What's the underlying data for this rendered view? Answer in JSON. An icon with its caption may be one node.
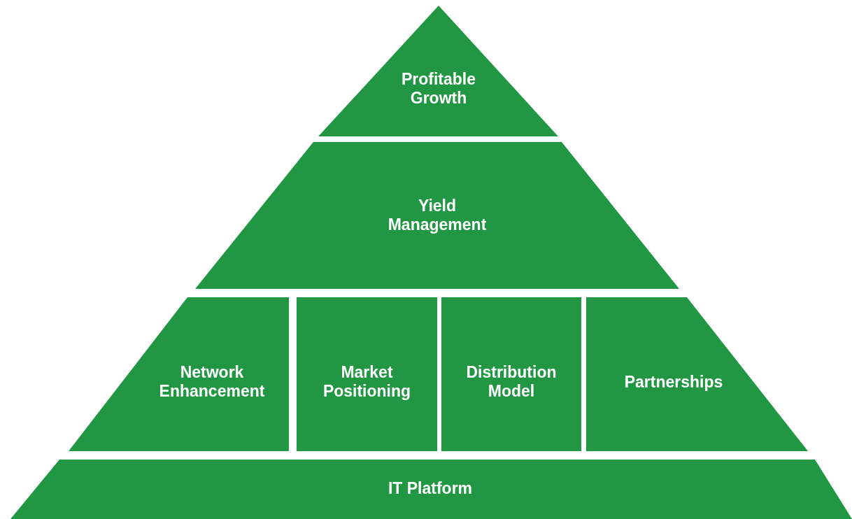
{
  "diagram": {
    "nodes": [
      {
        "text": [
          "Profitable Growth"
        ]
      },
      {
        "text": [
          "Yield Management"
        ]
      },
      {
        "text": [
          "Network Enhancement"
        ]
      },
      {
        "text": [
          "Market Positioning"
        ]
      },
      {
        "text": [
          "Distribution Model"
        ]
      },
      {
        "text": [
          "Partnerships"
        ]
      },
      {
        "text": [
          "IT Platform"
        ]
      }
    ],
    "edges": []
  }
}
